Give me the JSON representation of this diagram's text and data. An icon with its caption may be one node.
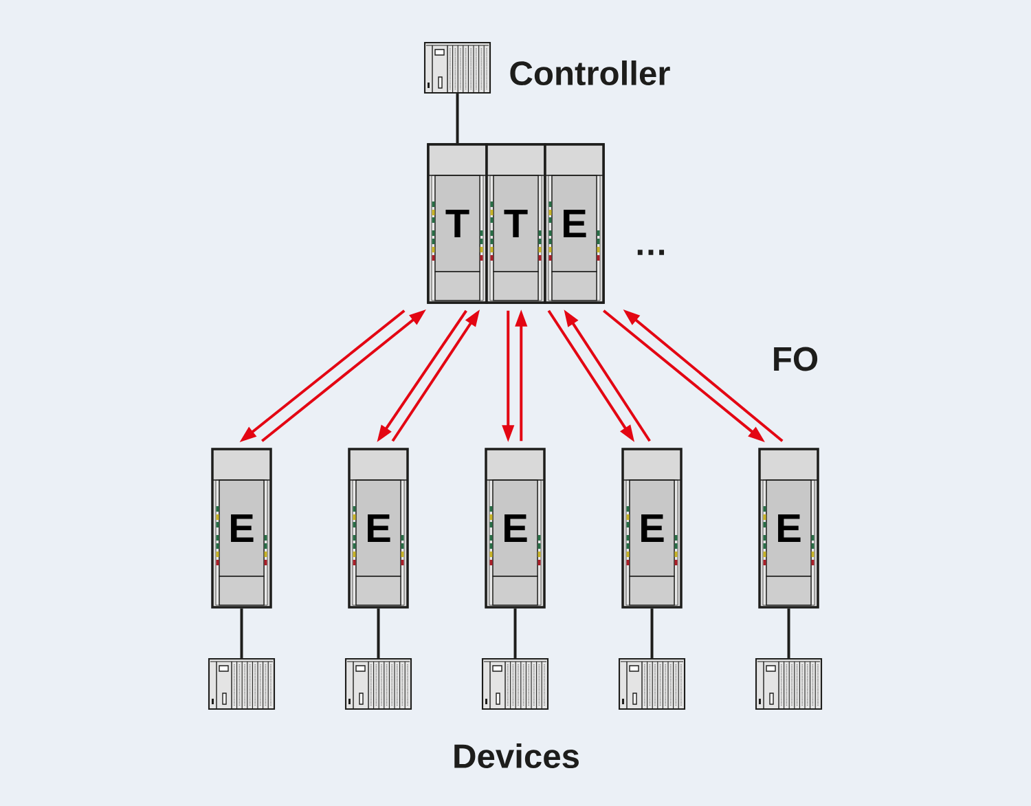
{
  "diagram": {
    "nodes": [
      {
        "text": [],
        "shape": "picture",
        "beside": [
          "Controller"
        ]
      },
      {
        "text": [],
        "shape": "box"
      },
      {
        "text": [
          "T"
        ],
        "in": 1
      },
      {
        "text": [
          "T"
        ],
        "in": 1
      },
      {
        "text": [
          "E"
        ],
        "in": 1
      },
      {
        "text": [
          "E"
        ]
      },
      {
        "text": [
          "E"
        ]
      },
      {
        "text": [
          "E"
        ]
      },
      {
        "text": [
          "E"
        ]
      },
      {
        "text": [
          "E"
        ]
      },
      {
        "text": [],
        "shape": "picture"
      },
      {
        "text": [],
        "shape": "picture"
      },
      {
        "text": [],
        "shape": "picture"
      },
      {
        "text": [],
        "shape": "picture"
      },
      {
        "text": [],
        "shape": "picture"
      }
    ],
    "edges": [
      {
        "from": 0,
        "to": 1,
        "arrow": "none",
        "color": "#1d1d1b"
      },
      {
        "from": 1,
        "to": 5,
        "arrow": "to"
      },
      {
        "from": 5,
        "to": 1,
        "arrow": "to"
      },
      {
        "from": 1,
        "to": 6,
        "arrow": "to"
      },
      {
        "from": 6,
        "to": 1,
        "arrow": "to"
      },
      {
        "from": 1,
        "to": 7,
        "arrow": "to"
      },
      {
        "from": 7,
        "to": 1,
        "arrow": "to"
      },
      {
        "from": 1,
        "to": 8,
        "arrow": "to"
      },
      {
        "from": 8,
        "to": 1,
        "arrow": "to"
      },
      {
        "from": 1,
        "to": 9,
        "arrow": "to"
      },
      {
        "from": 9,
        "to": 1,
        "arrow": "to"
      },
      {
        "from": 5,
        "to": 10,
        "arrow": "none",
        "color": "#1d1d1b"
      },
      {
        "from": 6,
        "to": 11,
        "arrow": "none",
        "color": "#1d1d1b"
      },
      {
        "from": 7,
        "to": 12,
        "arrow": "none",
        "color": "#1d1d1b"
      },
      {
        "from": 8,
        "to": 13,
        "arrow": "none",
        "color": "#1d1d1b"
      },
      {
        "from": 9,
        "to": 14,
        "arrow": "none",
        "color": "#1d1d1b"
      }
    ],
    "labels": [
      "…",
      "FO",
      "Devices"
    ]
  }
}
